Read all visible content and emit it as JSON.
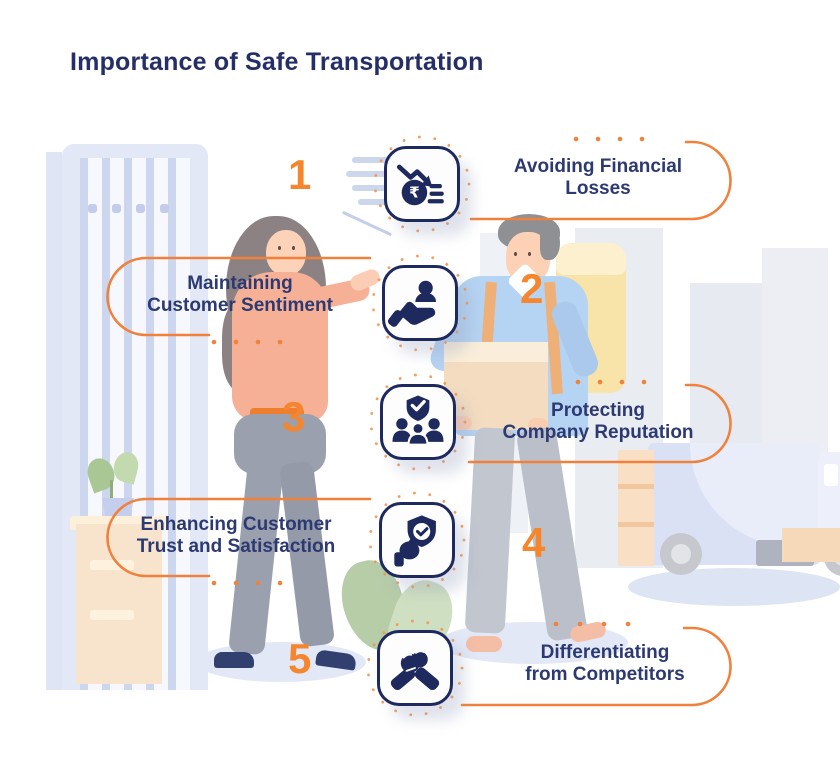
{
  "title": "Importance of Safe Transportation",
  "colors": {
    "accent_orange": "#f5832f",
    "bracket_orange": "#f0813c",
    "title_navy": "#252e66",
    "label_navy": "#2d3a72",
    "icon_navy": "#1e2a5e"
  },
  "items": [
    {
      "number": "1",
      "label": "Avoiding Financial Losses",
      "label_lines": [
        "Avoiding Financial",
        "Losses"
      ],
      "icon": "financial-loss-rupee-icon",
      "rupee_symbol": "₹"
    },
    {
      "number": "2",
      "label": "Maintaining Customer Sentiment",
      "label_lines": [
        "Maintaining",
        "Customer Sentiment"
      ],
      "icon": "customer-care-hand-icon"
    },
    {
      "number": "3",
      "label": "Protecting Company Reputation",
      "label_lines": [
        "Protecting",
        "Company Reputation"
      ],
      "icon": "team-shield-check-icon"
    },
    {
      "number": "4",
      "label": "Enhancing Customer Trust and Satisfaction",
      "label_lines": [
        "Enhancing Customer",
        "Trust and Satisfaction"
      ],
      "icon": "hand-shield-check-icon"
    },
    {
      "number": "5",
      "label": "Differentiating from Competitors",
      "label_lines": [
        "Differentiating",
        "from Competitors"
      ],
      "icon": "handshake-grip-icon"
    }
  ]
}
